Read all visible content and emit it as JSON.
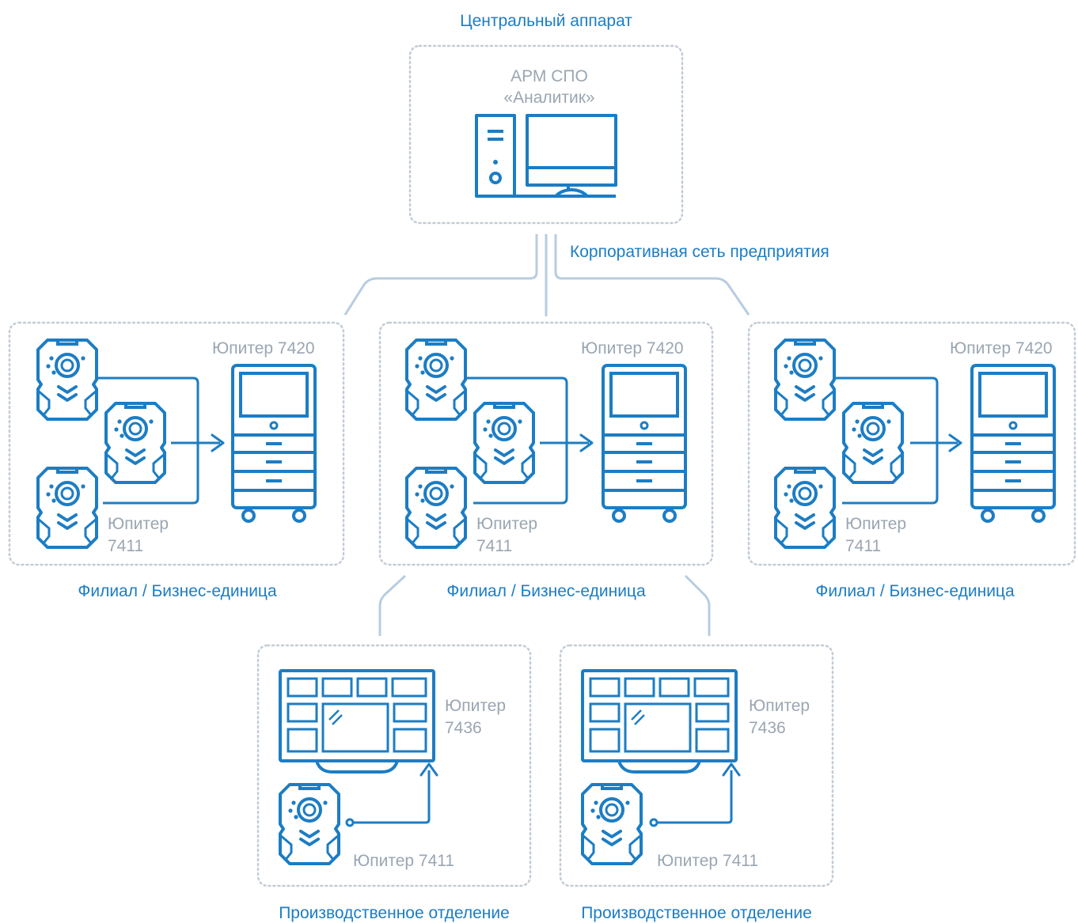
{
  "header": {
    "title": "Центральный аппарат"
  },
  "central": {
    "line1": "АРМ СПО",
    "line2": "«Аналитик»"
  },
  "network": {
    "label": "Корпоративная сеть предприятия"
  },
  "branches": [
    {
      "device_name": "Юпитер 7420",
      "cam_line1": "Юпитер",
      "cam_line2": "7411",
      "caption": "Филиал / Бизнес-единица"
    },
    {
      "device_name": "Юпитер 7420",
      "cam_line1": "Юпитер",
      "cam_line2": "7411",
      "caption": "Филиал / Бизнес-единица"
    },
    {
      "device_name": "Юпитер 7420",
      "cam_line1": "Юпитер",
      "cam_line2": "7411",
      "caption": "Филиал / Бизнес-единица"
    }
  ],
  "production": [
    {
      "panel_line1": "Юпитер",
      "panel_line2": "7436",
      "camera": "Юпитер 7411",
      "caption": "Производственное отделение"
    },
    {
      "panel_line1": "Юпитер",
      "panel_line2": "7436",
      "camera": "Юпитер 7411",
      "caption": "Производственное отделение"
    }
  ],
  "colors": {
    "accent": "#1c7dc4",
    "link": "#b7cde0",
    "border": "#c3ccd6",
    "muted_text": "#9aa6b2"
  },
  "icons": [
    "pc-workstation-icon",
    "body-camera-icon",
    "docking-station-icon",
    "video-wall-icon",
    "arrow-icon"
  ]
}
